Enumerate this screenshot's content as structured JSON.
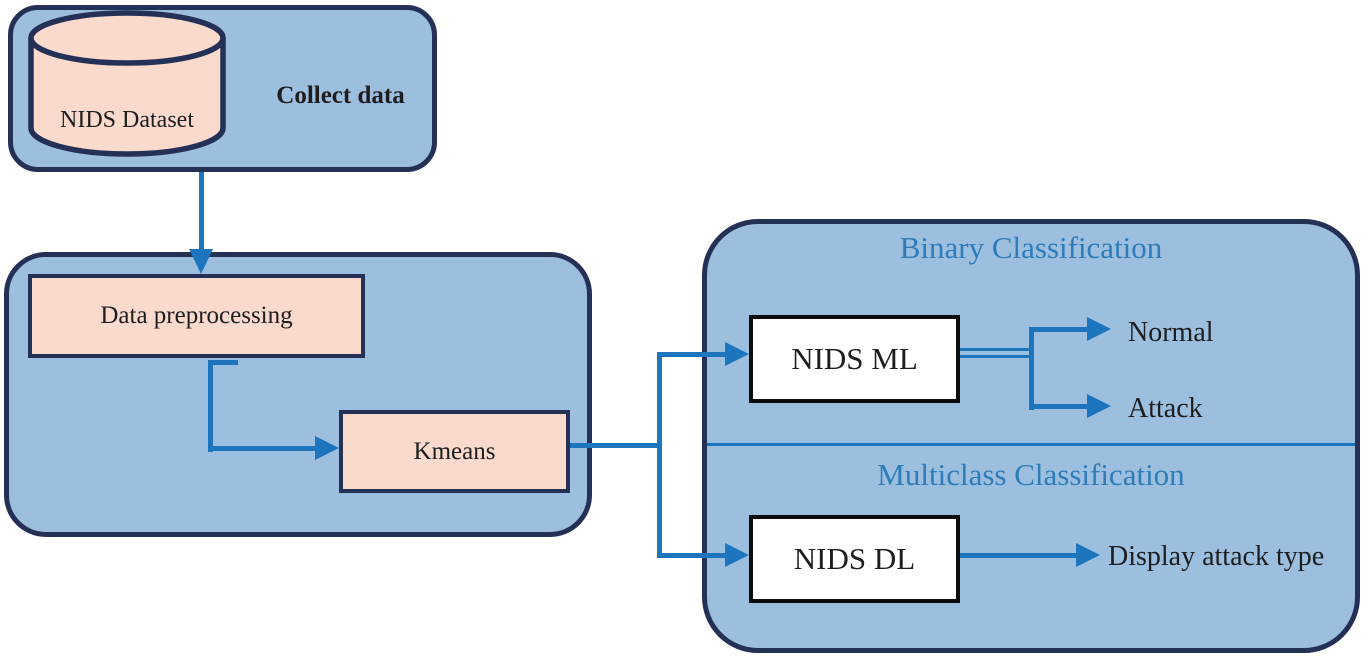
{
  "diagram": {
    "collect": {
      "container_label": "Collect data",
      "dataset_label": "NIDS Dataset"
    },
    "preprocess": {
      "preprocessing_label": "Data preprocessing",
      "kmeans_label": "Kmeans"
    },
    "classify": {
      "binary_title": "Binary Classification",
      "binary_model": "NIDS ML",
      "binary_outputs": [
        "Normal",
        "Attack"
      ],
      "multiclass_title": "Multiclass Classification",
      "multiclass_model": "NIDS DL",
      "multiclass_output": "Display attack type"
    }
  },
  "colors": {
    "container-fill": "#9cbedf",
    "container-border": "#253057",
    "box-fill": "#f9dacc",
    "box-border": "#253057",
    "arrow": "#1c75bd",
    "title": "#2e7cb8",
    "white-box-border": "#0d0d0d",
    "text": "#1e1e1e"
  }
}
